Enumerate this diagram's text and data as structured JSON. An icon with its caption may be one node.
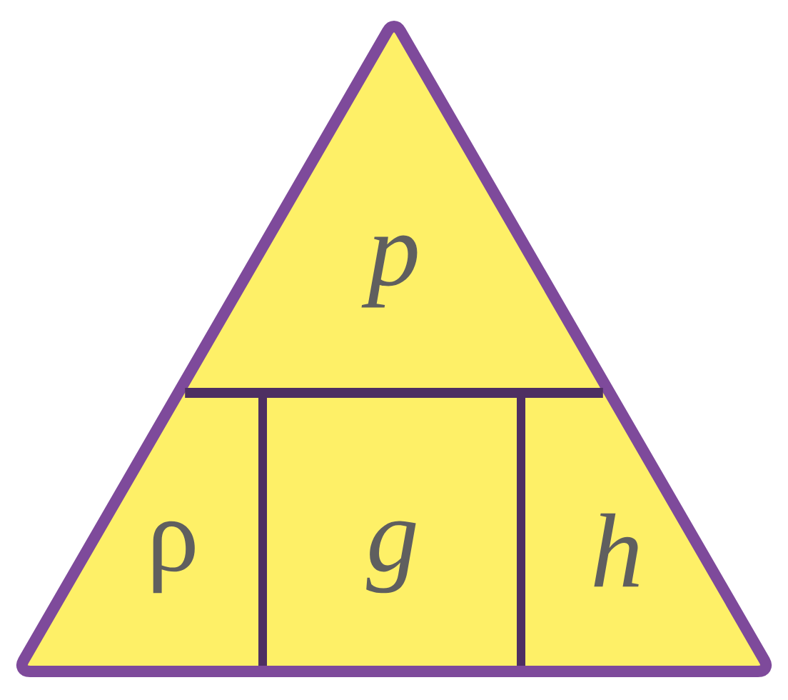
{
  "diagram": {
    "nodes": [
      {
        "text": [],
        "shape": "triangle"
      },
      {
        "text": [
          "p"
        ],
        "in": 0
      },
      {
        "text": [
          "ρ"
        ],
        "in": 0
      },
      {
        "text": [
          "g"
        ],
        "in": 0
      },
      {
        "text": [
          "h"
        ],
        "in": 0
      }
    ]
  }
}
